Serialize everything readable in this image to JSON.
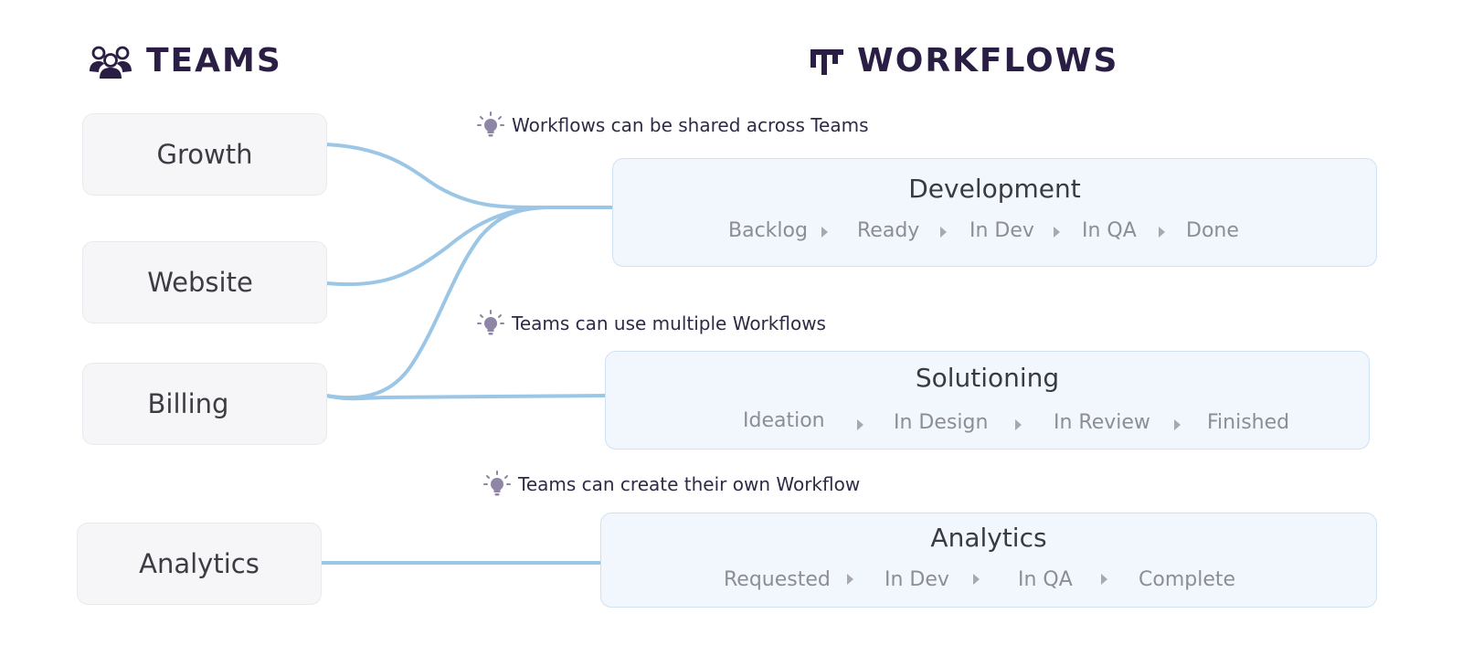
{
  "headers": {
    "teams": "TEAMS",
    "workflows": "WORKFLOWS",
    "teams_icon": "people-group-icon",
    "workflows_icon": "workflow-board-icon"
  },
  "teams": [
    {
      "id": "growth",
      "label": "Growth"
    },
    {
      "id": "website",
      "label": "Website"
    },
    {
      "id": "billing",
      "label": "Billing"
    },
    {
      "id": "analytics",
      "label": "Analytics"
    }
  ],
  "tips": [
    {
      "icon": "lightbulb-icon",
      "text": "Workflows can be shared across Teams"
    },
    {
      "icon": "lightbulb-icon",
      "text": "Teams can use multiple Workflows"
    },
    {
      "icon": "lightbulb-icon",
      "text": "Teams can create their own Workflow"
    }
  ],
  "workflows": [
    {
      "id": "development",
      "title": "Development",
      "stages": [
        "Backlog",
        "Ready",
        "In Dev",
        "In QA",
        "Done"
      ]
    },
    {
      "id": "solutioning",
      "title": "Solutioning",
      "stages": [
        "Ideation",
        "In Design",
        "In Review",
        "Finished"
      ]
    },
    {
      "id": "analytics-wf",
      "title": "Analytics",
      "stages": [
        "Requested",
        "In Dev",
        "In QA",
        "Complete"
      ]
    }
  ],
  "connections": [
    {
      "from": "Growth",
      "to": "Development"
    },
    {
      "from": "Website",
      "to": "Development"
    },
    {
      "from": "Billing",
      "to": "Development"
    },
    {
      "from": "Billing",
      "to": "Solutioning"
    },
    {
      "from": "Analytics",
      "to": "Analytics"
    }
  ],
  "colors": {
    "header_text": "#2a1e45",
    "connector": "#9cc6e6",
    "team_bg": "#f6f5f7",
    "workflow_bg": "#f1f7fd",
    "workflow_border": "#cfe2f4",
    "bulb": "#8e86a4"
  }
}
